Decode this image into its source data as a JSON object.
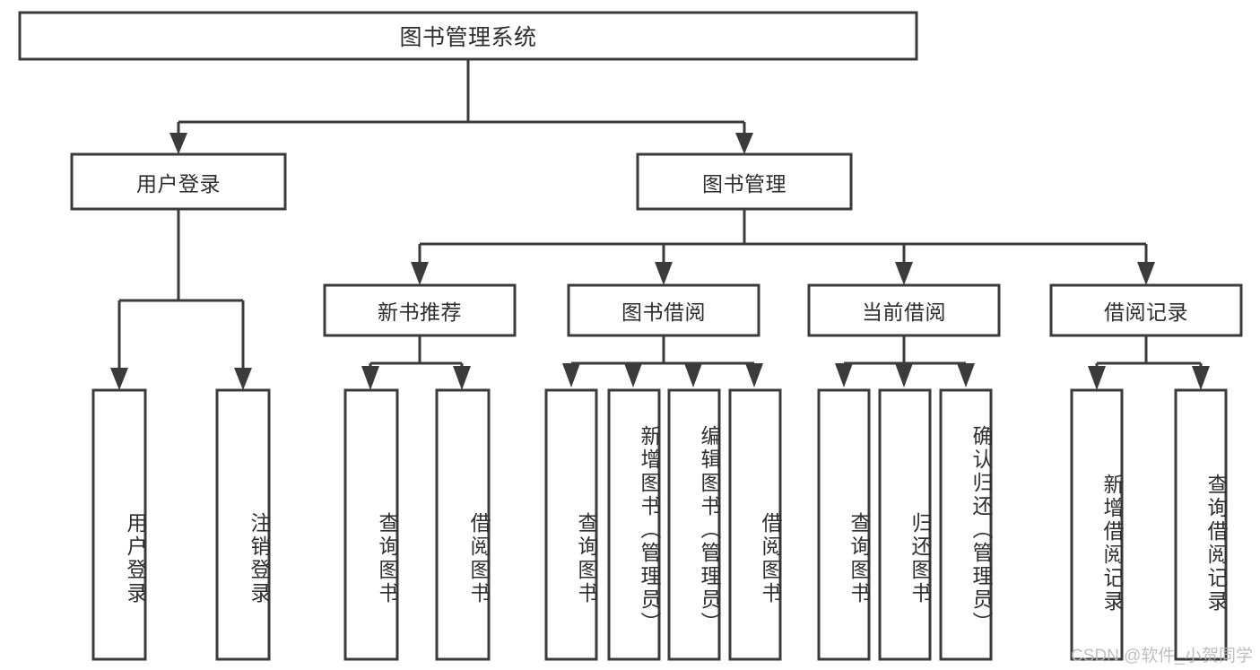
{
  "diagram": {
    "type": "tree",
    "title": "图书管理系统",
    "orientation": "top-down",
    "colors": {
      "box_stroke": "#3b3b3b",
      "box_fill": "#ffffff",
      "text": "#2e2e2e",
      "background": "#ffffff",
      "watermark": "#b9b9b9"
    },
    "root": {
      "id": "root",
      "label": "图书管理系统",
      "text_direction": "horizontal"
    },
    "level1": [
      {
        "id": "user-login",
        "label": "用户登录",
        "text_direction": "horizontal"
      },
      {
        "id": "book-manage",
        "label": "图书管理",
        "text_direction": "horizontal"
      }
    ],
    "level2": [
      {
        "id": "new-book-recommend",
        "label": "新书推荐",
        "parent": "book-manage",
        "text_direction": "horizontal"
      },
      {
        "id": "book-borrow",
        "label": "图书借阅",
        "parent": "book-manage",
        "text_direction": "horizontal"
      },
      {
        "id": "current-borrow",
        "label": "当前借阅",
        "parent": "book-manage",
        "text_direction": "horizontal"
      },
      {
        "id": "borrow-record",
        "label": "借阅记录",
        "parent": "book-manage",
        "text_direction": "horizontal"
      }
    ],
    "leaves": [
      {
        "id": "leaf-user-login",
        "label": "用户登录",
        "parent": "user-login",
        "text_direction": "vertical"
      },
      {
        "id": "leaf-user-logout",
        "label": "注销登录",
        "parent": "user-login",
        "text_direction": "vertical"
      },
      {
        "id": "leaf-query-book-1",
        "label": "查询图书",
        "parent": "new-book-recommend",
        "text_direction": "vertical"
      },
      {
        "id": "leaf-borrow-book-1",
        "label": "借阅图书",
        "parent": "new-book-recommend",
        "text_direction": "vertical"
      },
      {
        "id": "leaf-query-book-2",
        "label": "查询图书",
        "parent": "book-borrow",
        "text_direction": "vertical"
      },
      {
        "id": "leaf-add-book",
        "label": "新增图书（管理员）",
        "parent": "book-borrow",
        "text_direction": "vertical"
      },
      {
        "id": "leaf-edit-book",
        "label": "编辑图书（管理员）",
        "parent": "book-borrow",
        "text_direction": "vertical"
      },
      {
        "id": "leaf-borrow-book-2",
        "label": "借阅图书",
        "parent": "book-borrow",
        "text_direction": "vertical"
      },
      {
        "id": "leaf-query-book-3",
        "label": "查询图书",
        "parent": "current-borrow",
        "text_direction": "vertical"
      },
      {
        "id": "leaf-return-book",
        "label": "归还图书",
        "parent": "current-borrow",
        "text_direction": "vertical"
      },
      {
        "id": "leaf-confirm-return",
        "label": "确认归还（管理员）",
        "parent": "current-borrow",
        "text_direction": "vertical"
      },
      {
        "id": "leaf-add-record",
        "label": "新增借阅记录",
        "parent": "borrow-record",
        "text_direction": "vertical"
      },
      {
        "id": "leaf-query-record",
        "label": "查询借阅记录",
        "parent": "borrow-record",
        "text_direction": "vertical"
      }
    ]
  },
  "watermark": {
    "text": "CSDN @软件_小贺同学"
  }
}
